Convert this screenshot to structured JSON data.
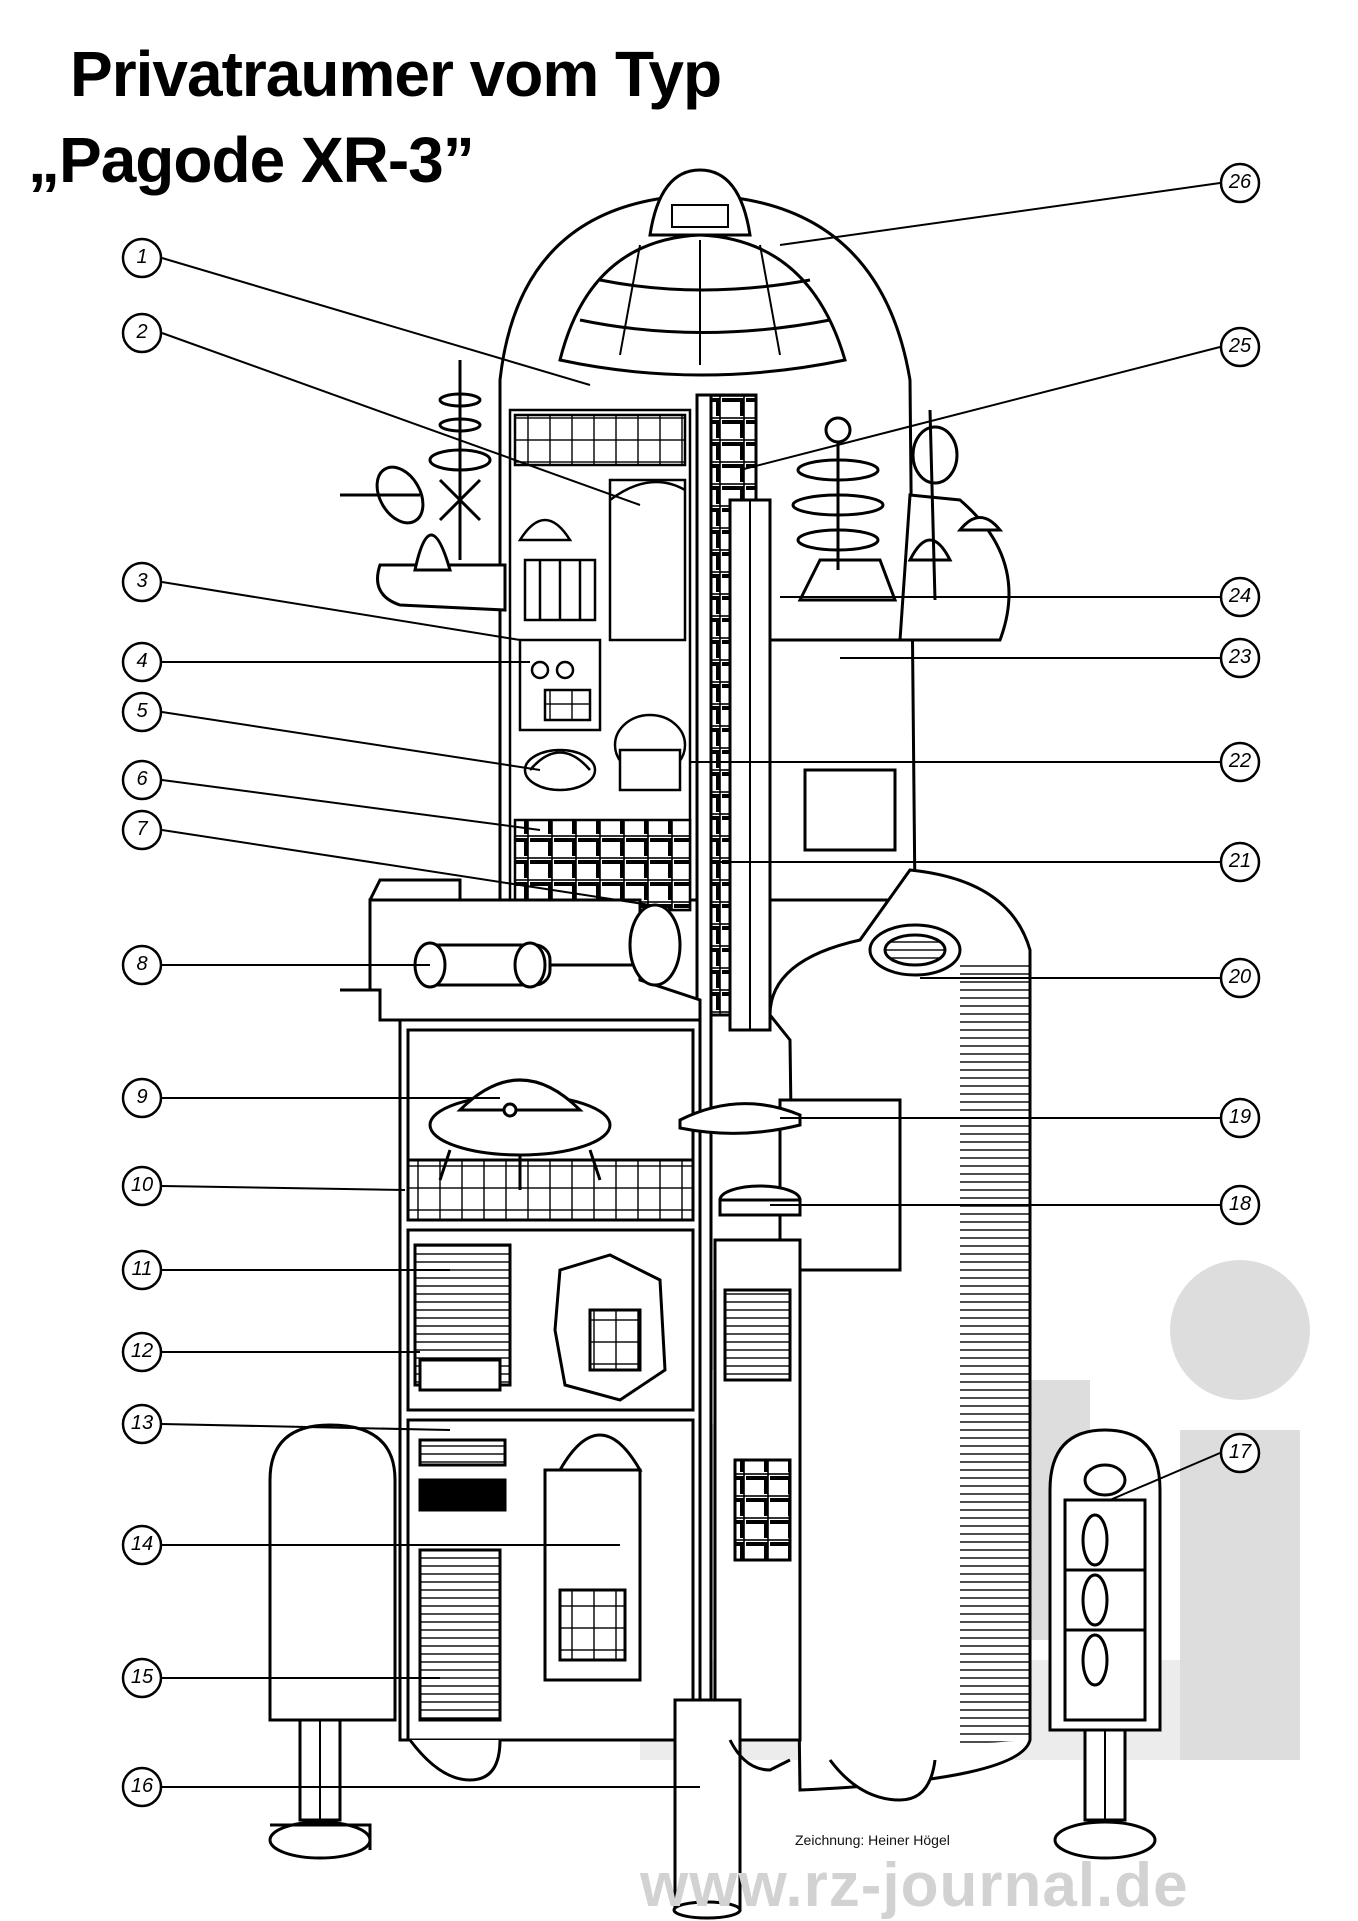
{
  "title": {
    "line1": "Privatraumer vom Typ",
    "line2": "„Pagode XR-3”"
  },
  "credit": "Zeichnung: Heiner Högel",
  "watermark": {
    "url": "www.rz-journal.de",
    "logo": "rz-logo"
  },
  "callouts_left": [
    "1",
    "2",
    "3",
    "4",
    "5",
    "6",
    "7",
    "8",
    "9",
    "10",
    "11",
    "12",
    "13",
    "14",
    "15",
    "16"
  ],
  "callouts_right": [
    "17",
    "18",
    "19",
    "20",
    "21",
    "22",
    "23",
    "24",
    "25",
    "26"
  ]
}
